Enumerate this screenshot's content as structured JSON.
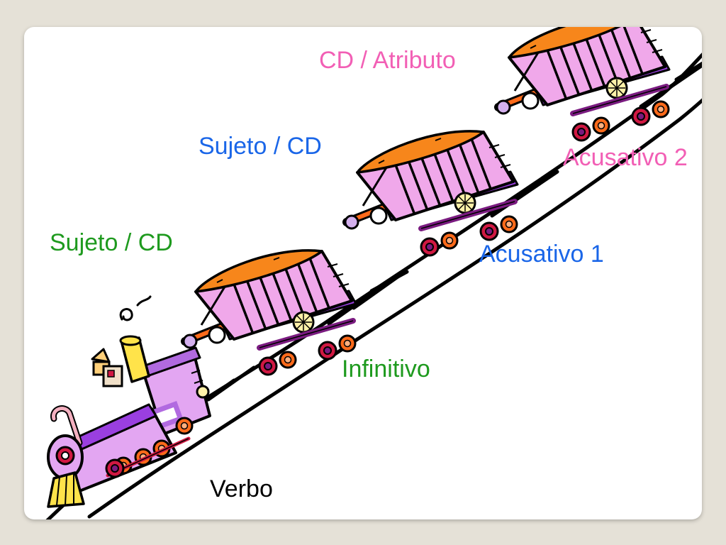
{
  "labels": {
    "cd_atributo": "CD / Atributo",
    "sujeto_cd_blue": "Sujeto / CD",
    "acusativo_2": "Acusativo 2",
    "sujeto_cd_green": "Sujeto / CD",
    "acusativo_1": "Acusativo 1",
    "infinitivo": "Infinitivo",
    "verbo": "Verbo"
  },
  "colors": {
    "background": "#e5e1d7",
    "slide": "#ffffff",
    "pink_label": "#f25fb5",
    "blue_label": "#1a66e8",
    "green_label": "#1e9a1e",
    "wagon_body": "#f0a8ea",
    "wagon_load": "#f7861b",
    "engine_body": "#e3a6f2",
    "wheel_red": "#d01842",
    "wheel_orange": "#ff6a1a"
  },
  "icons": [
    "train-icon",
    "locomotive-icon",
    "wagon-icon",
    "railroad-track-icon"
  ]
}
